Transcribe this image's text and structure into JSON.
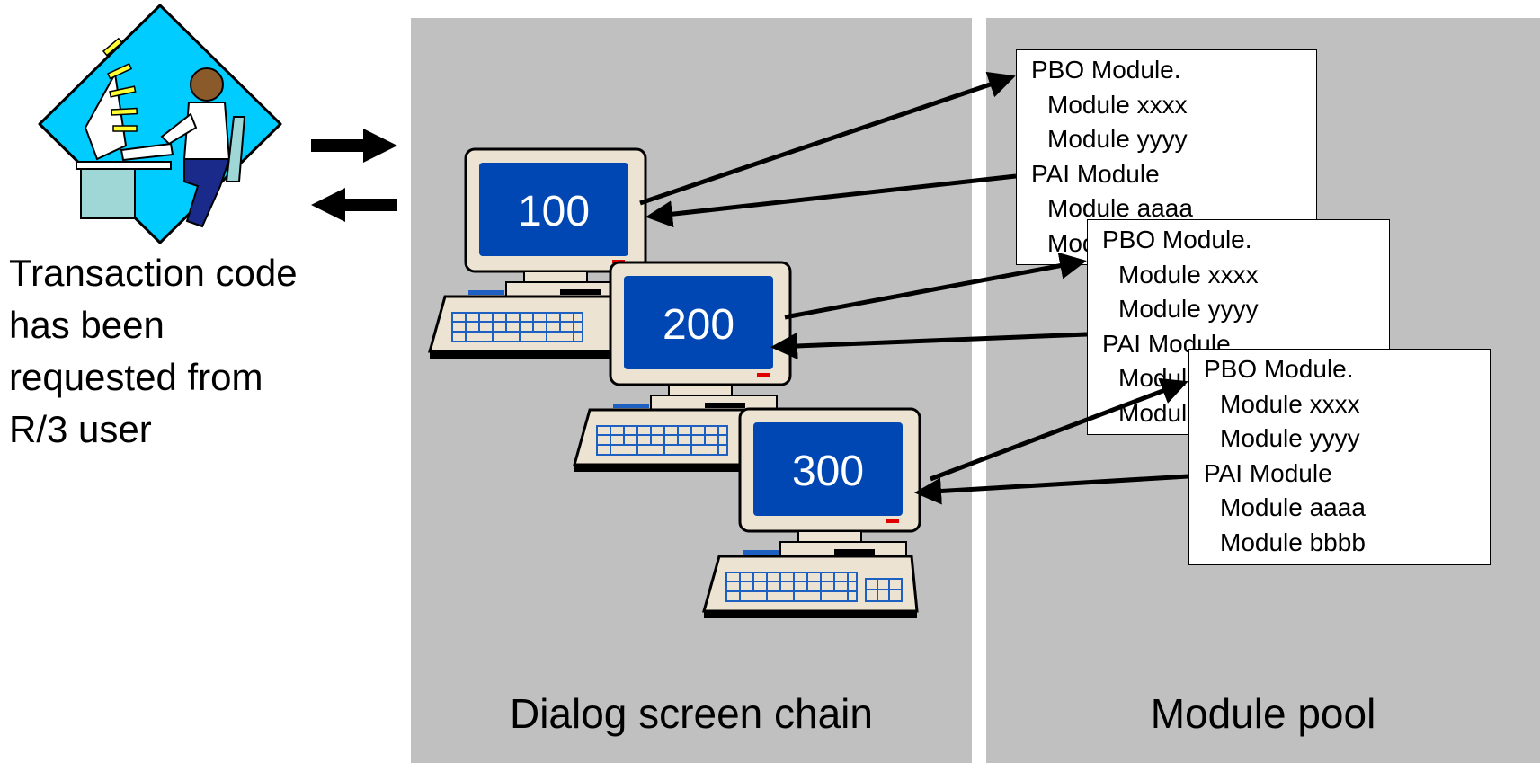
{
  "user": {
    "caption_lines": [
      "Transaction code",
      "has been",
      "requested from",
      "R/3 user"
    ]
  },
  "panels": {
    "screens_label": "Dialog screen chain",
    "pool_label": "Module pool"
  },
  "screens": [
    {
      "number": "100"
    },
    {
      "number": "200"
    },
    {
      "number": "300"
    }
  ],
  "module_boxes": [
    {
      "pbo": "PBO Module.",
      "pbo_items": [
        "Module xxxx",
        "Module yyyy"
      ],
      "pai": "PAI Module",
      "pai_items": [
        "Module aaaa",
        "Module bbbb"
      ]
    },
    {
      "pbo": "PBO Module.",
      "pbo_items": [
        "Module xxxx",
        "Module yyyy"
      ],
      "pai": "PAI Module",
      "pai_items": [
        "Module aaaa",
        "Module bbbb"
      ]
    },
    {
      "pbo": "PBO Module.",
      "pbo_items": [
        "Module xxxx",
        "Module yyyy"
      ],
      "pai": "PAI Module",
      "pai_items": [
        "Module aaaa",
        "Module bbbb"
      ]
    }
  ],
  "colors": {
    "panel": "#c0c0c0",
    "screen": "#0047b3",
    "icon_sky": "#00ccff",
    "computer_case": "#ece3d2"
  }
}
